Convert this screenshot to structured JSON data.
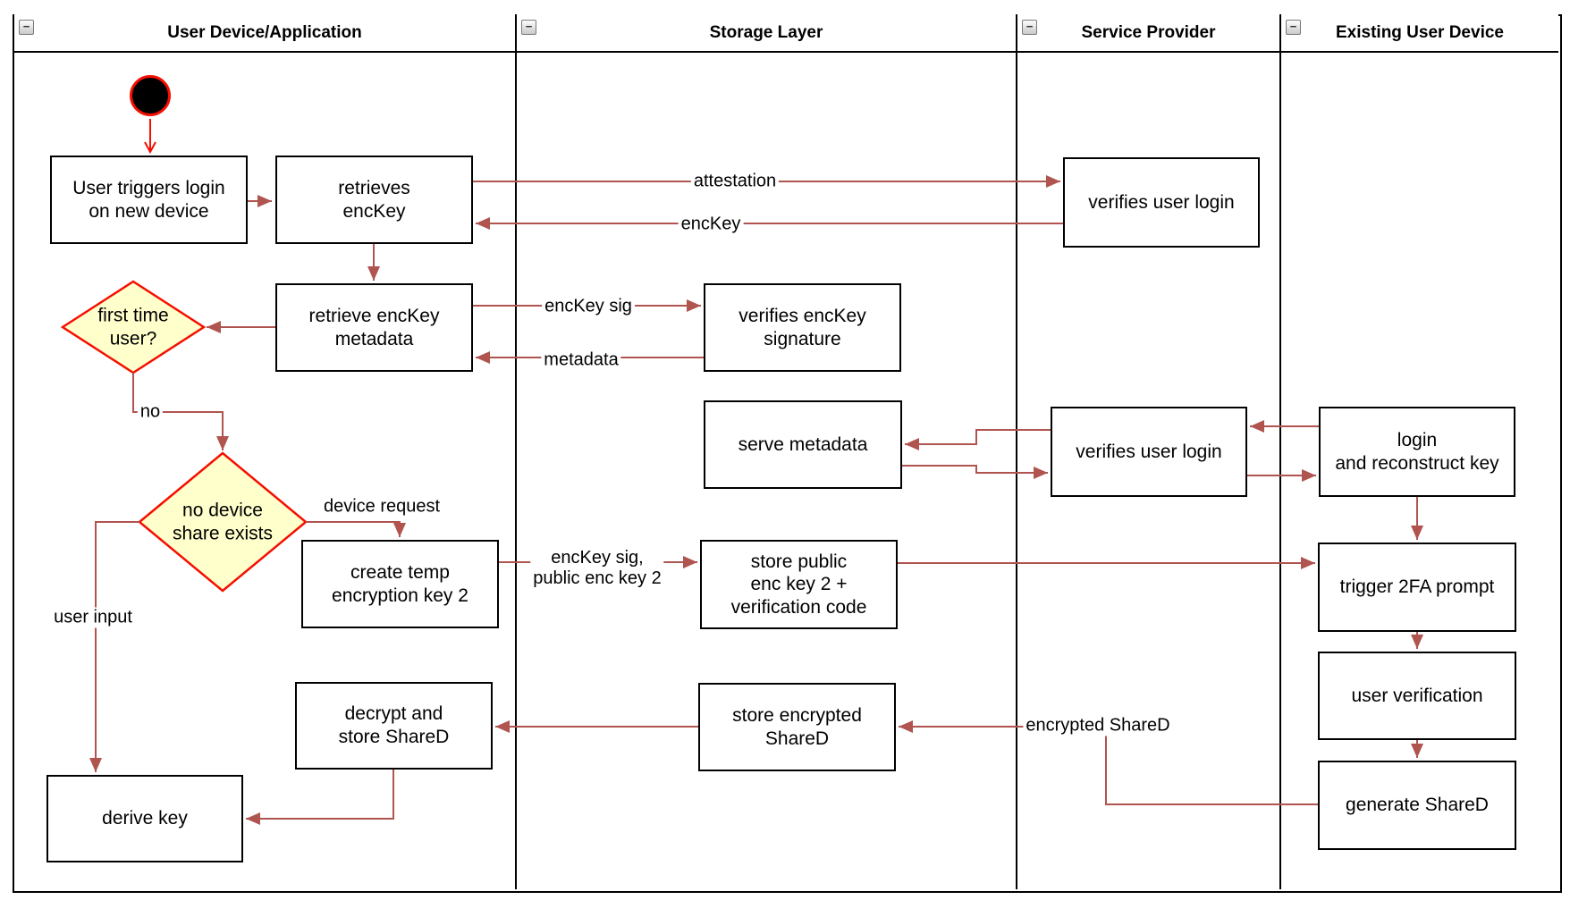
{
  "lanes": [
    {
      "label": "User Device/Application"
    },
    {
      "label": "Storage Layer"
    },
    {
      "label": "Service Provider"
    },
    {
      "label": "Existing User Device"
    }
  ],
  "collapse_glyph": "−",
  "nodes": {
    "user_triggers_login": {
      "label": "User triggers login\non new device"
    },
    "retrieves_enckey": {
      "label": "retrieves\nencKey"
    },
    "retrieve_enckey_metadata": {
      "label": "retrieve encKey\nmetadata"
    },
    "first_time_user": {
      "label": "first time\nuser?"
    },
    "no_device_share_exists": {
      "label": "no device\nshare exists"
    },
    "create_temp_key2": {
      "label": "create temp\nencryption key 2"
    },
    "decrypt_store_shared": {
      "label": "decrypt and\nstore ShareD"
    },
    "derive_key": {
      "label": "derive key"
    },
    "verifies_enckey_signature": {
      "label": "verifies encKey\nsignature"
    },
    "serve_metadata": {
      "label": "serve metadata"
    },
    "store_public_key2": {
      "label": "store public\nenc key 2 +\nverification code"
    },
    "store_encrypted_shared": {
      "label": "store encrypted\nShareD"
    },
    "verifies_user_login_top": {
      "label": "verifies user login"
    },
    "verifies_user_login_mid": {
      "label": "verifies user login"
    },
    "login_reconstruct_key": {
      "label": "login\nand reconstruct key"
    },
    "trigger_2fa": {
      "label": "trigger 2FA prompt"
    },
    "user_verification": {
      "label": "user verification"
    },
    "generate_shared": {
      "label": "generate ShareD"
    }
  },
  "edge_labels": {
    "attestation": "attestation",
    "enckey": "encKey",
    "enckey_sig": "encKey sig",
    "metadata": "metadata",
    "no": "no",
    "device_request": "device request",
    "enckey_sig_public_key2": "encKey sig,\npublic enc key 2",
    "user_input": "user input",
    "encrypted_shared": "encrypted ShareD"
  },
  "colors": {
    "edge": "#b05450",
    "accent_red": "#f50f00",
    "decision_fill": "#ffffcc",
    "border": "#000000"
  }
}
